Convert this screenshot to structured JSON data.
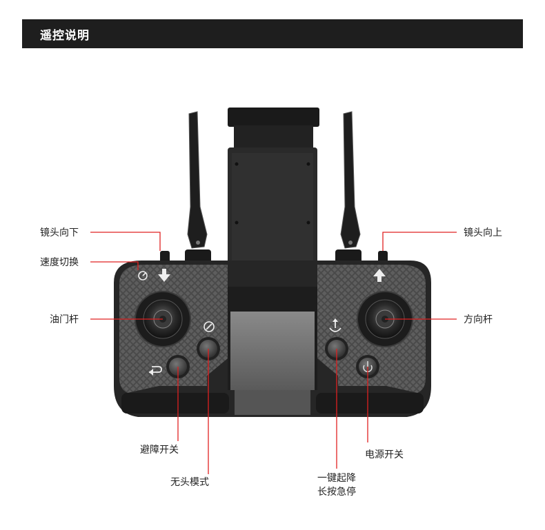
{
  "header": {
    "title": "遥控说明"
  },
  "labels": {
    "lens_down": "镜头向下",
    "speed_switch": "速度切换",
    "throttle_stick": "油门杆",
    "obstacle_switch": "避障开关",
    "headless_mode": "无头模式",
    "lens_up": "镜头向上",
    "direction_stick": "方向杆",
    "power_switch": "电源开关",
    "takeoff_landing_line1": "一键起降",
    "takeoff_landing_line2": "长按急停"
  },
  "colors": {
    "banner": "#1e1e1e",
    "controller_body": "#2b2b2b",
    "leader_line": "#e02020"
  }
}
